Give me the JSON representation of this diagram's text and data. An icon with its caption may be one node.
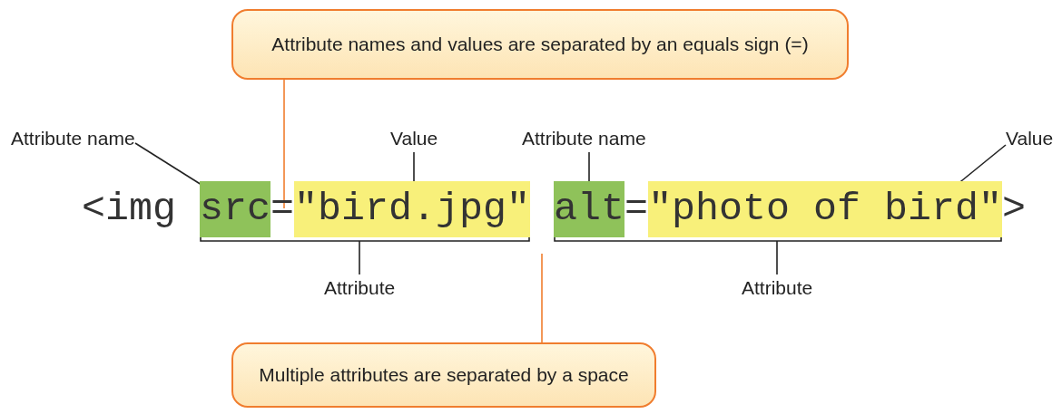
{
  "diagram": {
    "nodes": [
      {
        "text": [
          "Attribute names and values are separated by an equals sign (=)"
        ]
      },
      {
        "text": [
          "Multiple attributes are separated by a space"
        ]
      },
      {
        "text": [
          "Attribute name"
        ]
      },
      {
        "text": [
          "Value"
        ]
      },
      {
        "text": [
          "Attribute name"
        ]
      },
      {
        "text": [
          "Value"
        ]
      },
      {
        "text": [
          "Attribute"
        ]
      },
      {
        "text": [
          "Attribute"
        ]
      },
      {
        "text": [
          "src"
        ]
      },
      {
        "text": [
          "="
        ]
      },
      {
        "text": [
          "\"bird.jpg\""
        ]
      },
      {
        "text": [
          "alt"
        ]
      },
      {
        "text": [
          "="
        ]
      },
      {
        "text": [
          "\"photo of bird\""
        ]
      },
      {
        "text": [],
        "shape": "bracket"
      },
      {
        "text": [],
        "shape": "bracket"
      }
    ],
    "edges": [
      {
        "from": 0,
        "to": 9,
        "arrow": "none",
        "color": "#f07d2e"
      },
      {
        "from": 1,
        "to": null,
        "arrow": "none",
        "color": "#f07d2e"
      },
      {
        "from": 2,
        "to": 8,
        "arrow": "none"
      },
      {
        "from": 3,
        "to": 10,
        "arrow": "none"
      },
      {
        "from": 4,
        "to": 11,
        "arrow": "none"
      },
      {
        "from": 5,
        "to": 13,
        "arrow": "none"
      },
      {
        "from": 6,
        "to": 14,
        "arrow": "none"
      },
      {
        "from": 7,
        "to": 15,
        "arrow": "none"
      }
    ],
    "labels": [
      "<img",
      ">"
    ]
  }
}
